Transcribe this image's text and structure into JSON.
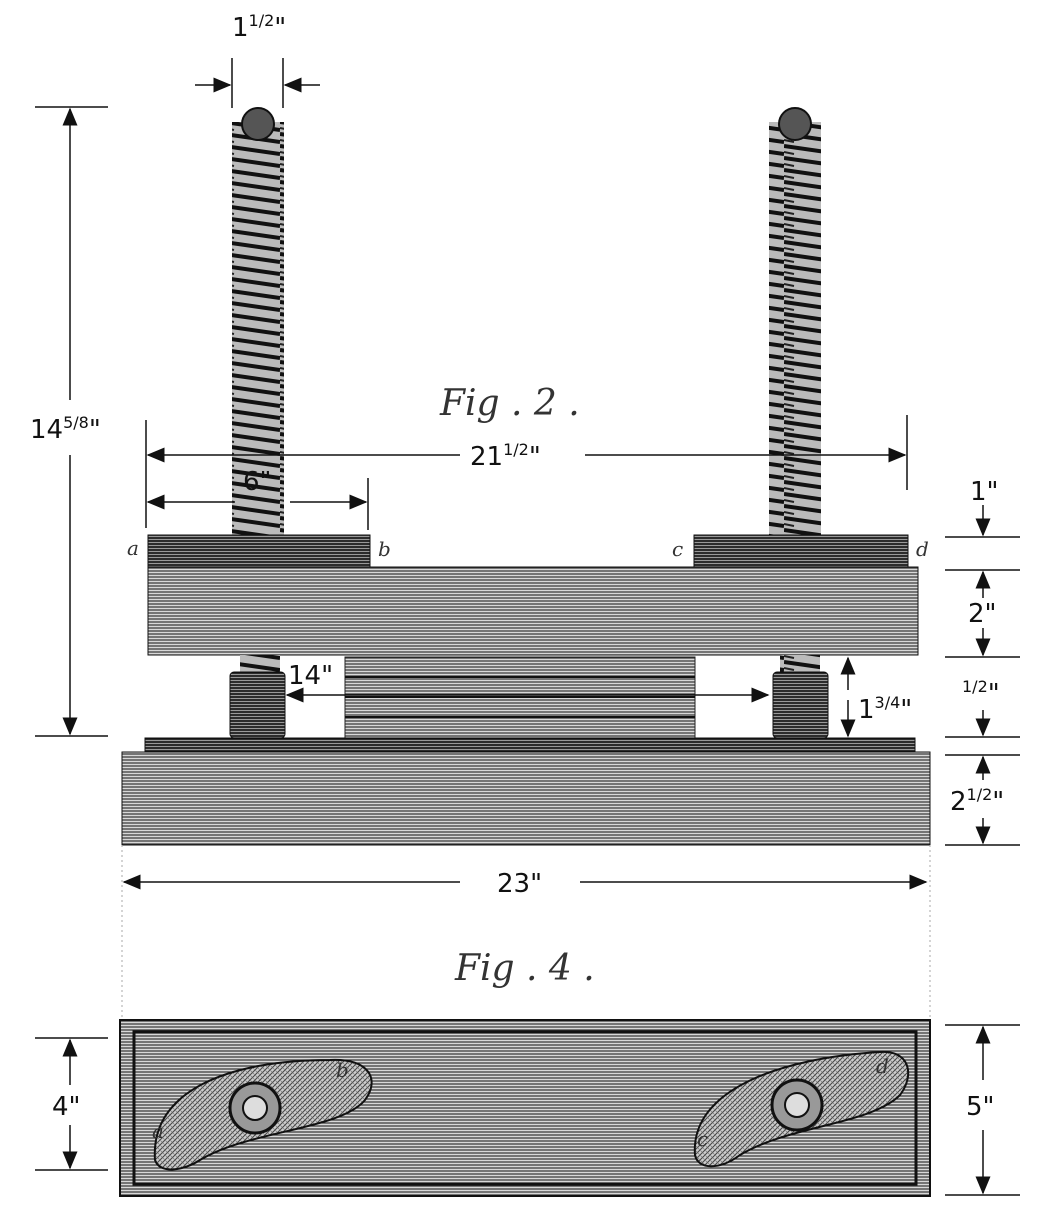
{
  "figures": {
    "fig2_label": "Fig . 2 .",
    "fig4_label": "Fig . 4 ."
  },
  "dimensions": {
    "screw_diameter": {
      "whole": "1",
      "fraction": "1/2",
      "unit": "\""
    },
    "total_height": {
      "whole": "14",
      "fraction": "5/8",
      "unit": "\""
    },
    "screw_spacing": {
      "whole": "21",
      "fraction": "1/2",
      "unit": "\""
    },
    "block_width": "6\"",
    "block_height": "1\"",
    "beam_height": "2\"",
    "inner_width": "14\"",
    "opening_height": {
      "whole": "1",
      "fraction": "3/4",
      "unit": "\""
    },
    "lip_height": {
      "whole": "",
      "fraction": "1/2",
      "unit": "\""
    },
    "base_height": {
      "whole": "2",
      "fraction": "1/2",
      "unit": "\""
    },
    "base_width": "23\"",
    "cam_height": "4\"",
    "bottom_height": "5\""
  },
  "part_letters": {
    "fig2": [
      "a",
      "b",
      "c",
      "d"
    ],
    "fig4": [
      "a",
      "b",
      "c",
      "d"
    ]
  },
  "colors": {
    "ink": "#1a1a1a",
    "wood": "#8a8a8a"
  }
}
